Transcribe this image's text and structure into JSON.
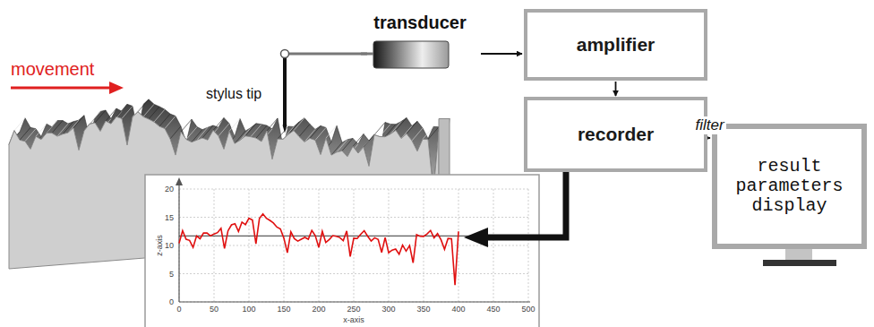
{
  "diagram": {
    "nodes": [
      {
        "text": [
          "transducer"
        ]
      },
      {
        "text": [
          "amplifier"
        ]
      },
      {
        "text": [
          "recorder"
        ]
      },
      {
        "text": [
          "result parameters display"
        ]
      }
    ],
    "edges": [
      {
        "from": 0,
        "to": 1,
        "arrow": "to"
      },
      {
        "from": 1,
        "to": 2,
        "arrow": "to"
      },
      {
        "from": 2,
        "to": 3,
        "label": "filter",
        "arrow": "to"
      }
    ],
    "labels": [
      "movement",
      "stylus tip",
      "20",
      "15",
      "10",
      "5",
      "0",
      "0",
      "50",
      "100",
      "150",
      "200",
      "250",
      "300",
      "350",
      "400",
      "450",
      "500",
      "z-axis",
      "x-axis"
    ]
  }
}
